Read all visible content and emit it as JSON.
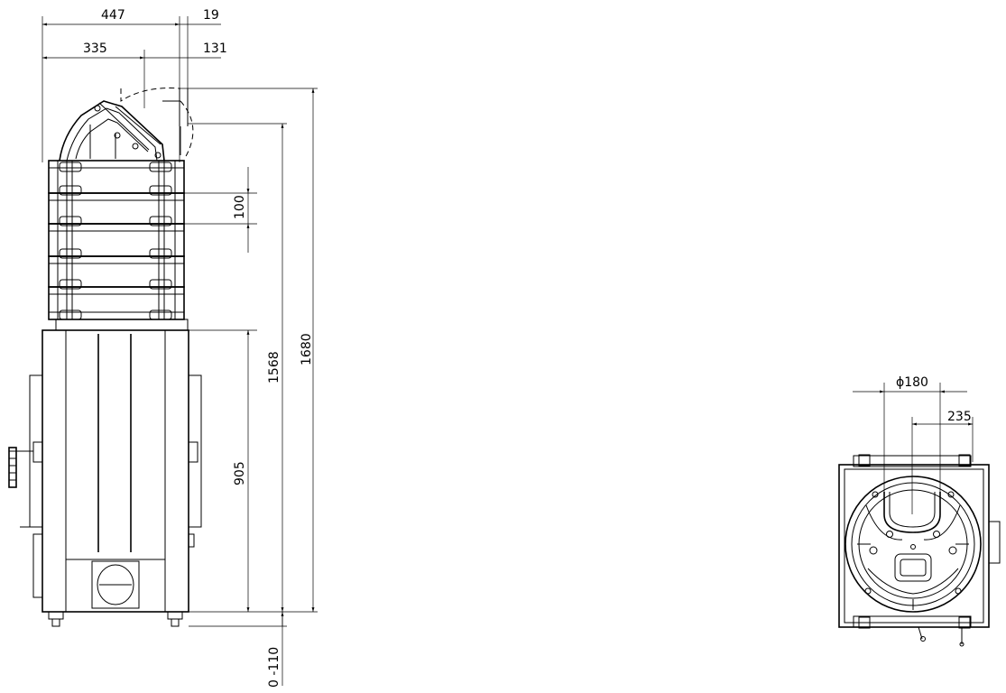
{
  "side_view": {
    "dimensions": {
      "width_total": "447",
      "offset_top": "19",
      "width_inner": "335",
      "offset_inner": "131",
      "module_height": "100",
      "height_total": "1680",
      "height_flue": "1568",
      "height_base": "905",
      "foot_adjust": "0 -110"
    }
  },
  "top_view": {
    "dimensions": {
      "flue_diameter": "ϕ180",
      "flue_offset": "235"
    }
  }
}
